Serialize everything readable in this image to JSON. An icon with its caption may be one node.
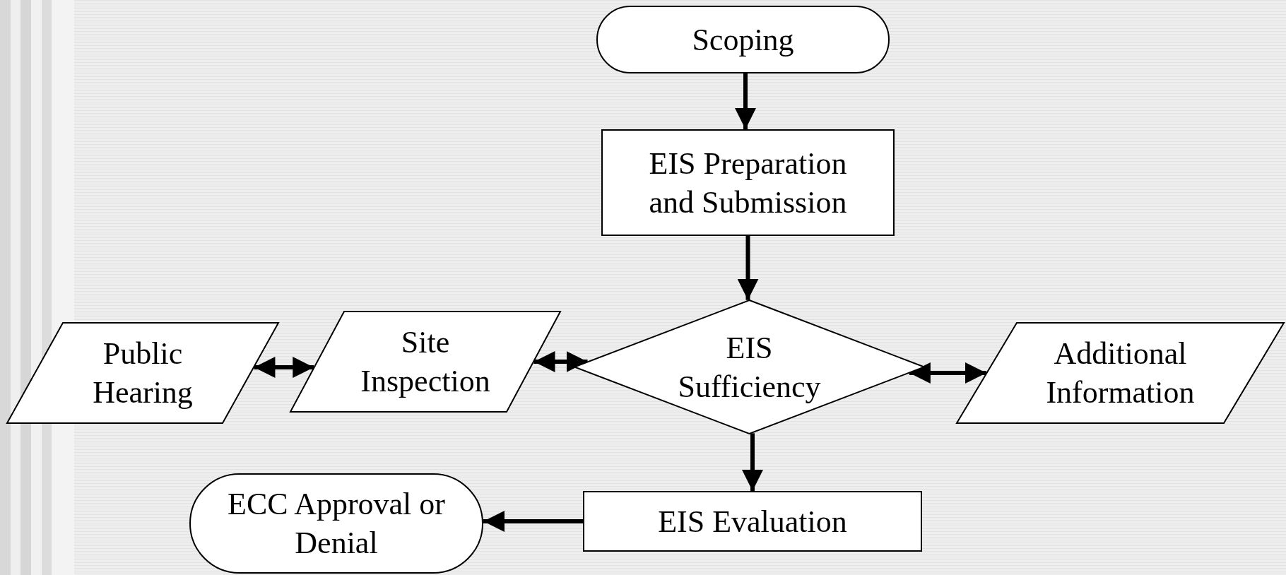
{
  "diagram": {
    "nodes": [
      {
        "text": [
          "Scoping"
        ]
      },
      {
        "text": [
          "EIS Preparation and Submission"
        ]
      },
      {
        "text": [
          "Public Hearing"
        ]
      },
      {
        "text": [
          "Site Inspection"
        ]
      },
      {
        "text": [
          "EIS Sufficiency"
        ]
      },
      {
        "text": [
          "Additional Information"
        ]
      },
      {
        "text": [
          "ECC Approval or Denial"
        ]
      },
      {
        "text": [
          "EIS Evaluation"
        ]
      }
    ],
    "edges": [
      {
        "from": 0,
        "to": 1,
        "arrow": "to"
      },
      {
        "from": 1,
        "to": 4,
        "arrow": "to"
      },
      {
        "from": 2,
        "to": 3,
        "arrow": "both"
      },
      {
        "from": 3,
        "to": 4,
        "arrow": "both"
      },
      {
        "from": 4,
        "to": 5,
        "arrow": "both"
      },
      {
        "from": 4,
        "to": 7,
        "arrow": "to"
      },
      {
        "from": 7,
        "to": 6,
        "arrow": "to"
      }
    ]
  }
}
